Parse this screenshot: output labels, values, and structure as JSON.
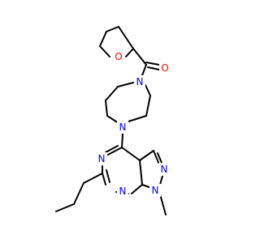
{
  "structure": {
    "atoms": [
      {
        "id": "o_thf",
        "label": "O",
        "color": "#ff0000"
      },
      {
        "id": "o_carbonyl",
        "label": "O",
        "color": "#ff0000"
      },
      {
        "id": "n_diaz1",
        "label": "N",
        "color": "#0000ff"
      },
      {
        "id": "n_diaz4",
        "label": "N",
        "color": "#0000ff"
      },
      {
        "id": "n_pyr3",
        "label": "N",
        "color": "#0000ff"
      },
      {
        "id": "n_pyr5",
        "label": "N",
        "color": "#0000ff"
      },
      {
        "id": "n_pz_n",
        "label": "N",
        "color": "#0000ff"
      },
      {
        "id": "n_pz_me",
        "label": "N",
        "color": "#0000ff"
      }
    ],
    "bond_color": "#000000"
  }
}
